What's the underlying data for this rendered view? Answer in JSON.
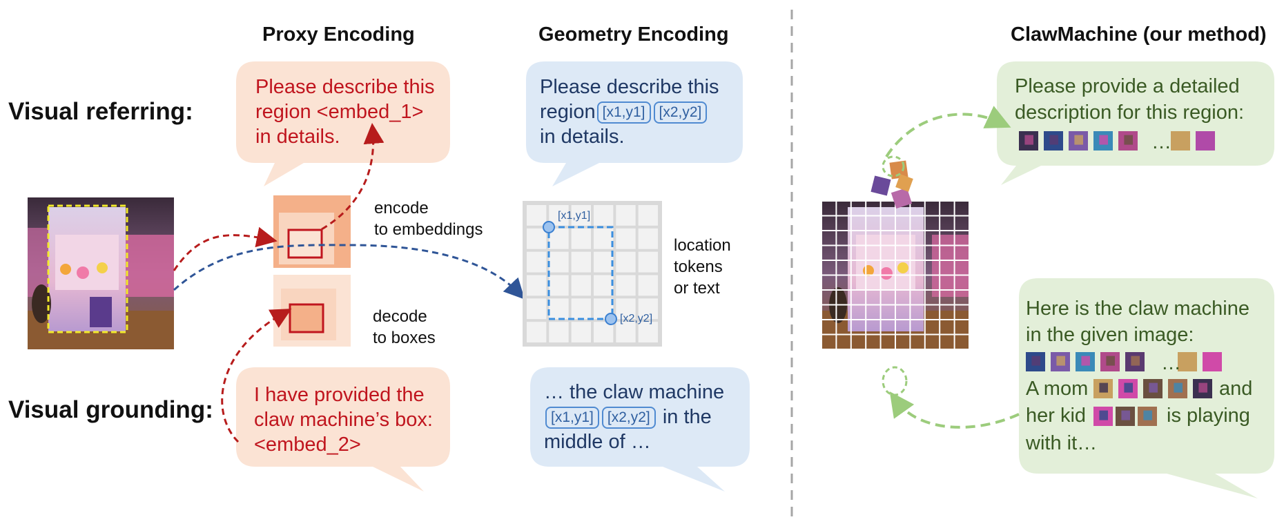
{
  "titles": {
    "proxy": "Proxy Encoding",
    "geometry": "Geometry Encoding",
    "claw": "ClawMachine (our method)"
  },
  "row_labels": {
    "referring": "Visual referring:",
    "grounding": "Visual grounding:"
  },
  "proxy_referring": {
    "line1": "Please describe this",
    "line2": "region <embed_1>",
    "line3": "in details."
  },
  "proxy_grounding": {
    "line1": "I have provided the",
    "line2": "claw machine’s box:",
    "line3": "<embed_2>"
  },
  "proxy_notes": {
    "encode1": "encode",
    "encode2": "to embeddings",
    "decode1": "decode",
    "decode2": "to boxes"
  },
  "geometry_referring": {
    "line1": "Please describe this",
    "line2_prefix": "region",
    "tok1": "[x1,y1]",
    "tok2": "[x2,y2]",
    "line3": "in details."
  },
  "geometry_grounding": {
    "line1": "… the claw machine",
    "tok1": "[x1,y1]",
    "tok2": "[x2,y2]",
    "line2_suffix": "in the",
    "line3": "middle of …"
  },
  "geometry_grid": {
    "label1": "[x1,y1]",
    "label2": "[x2,y2]"
  },
  "geometry_notes": {
    "l1": "location",
    "l2": "tokens",
    "l3": "or text"
  },
  "claw_referring": {
    "line1": "Please provide a detailed",
    "line2": "description for this region:",
    "ellipsis": "…"
  },
  "claw_grounding": {
    "line1": "Here is the claw machine",
    "line2": "in the given image:",
    "ellipsis": "…",
    "mom": "A mom",
    "and": "and",
    "her_kid": "her kid",
    "is_playing": "is playing",
    "with_it": "with it…"
  },
  "colors": {
    "proxy_bubble": "#fbe3d4",
    "proxy_text": "#c0151e",
    "geometry_bubble": "#dde9f6",
    "geometry_text": "#1f3864",
    "claw_bubble": "#e3efd9",
    "claw_text": "#3a5a24",
    "red_arrow": "#b71c1c",
    "blue_arrow": "#2f5597",
    "green_arrow": "#9ccc7c"
  }
}
